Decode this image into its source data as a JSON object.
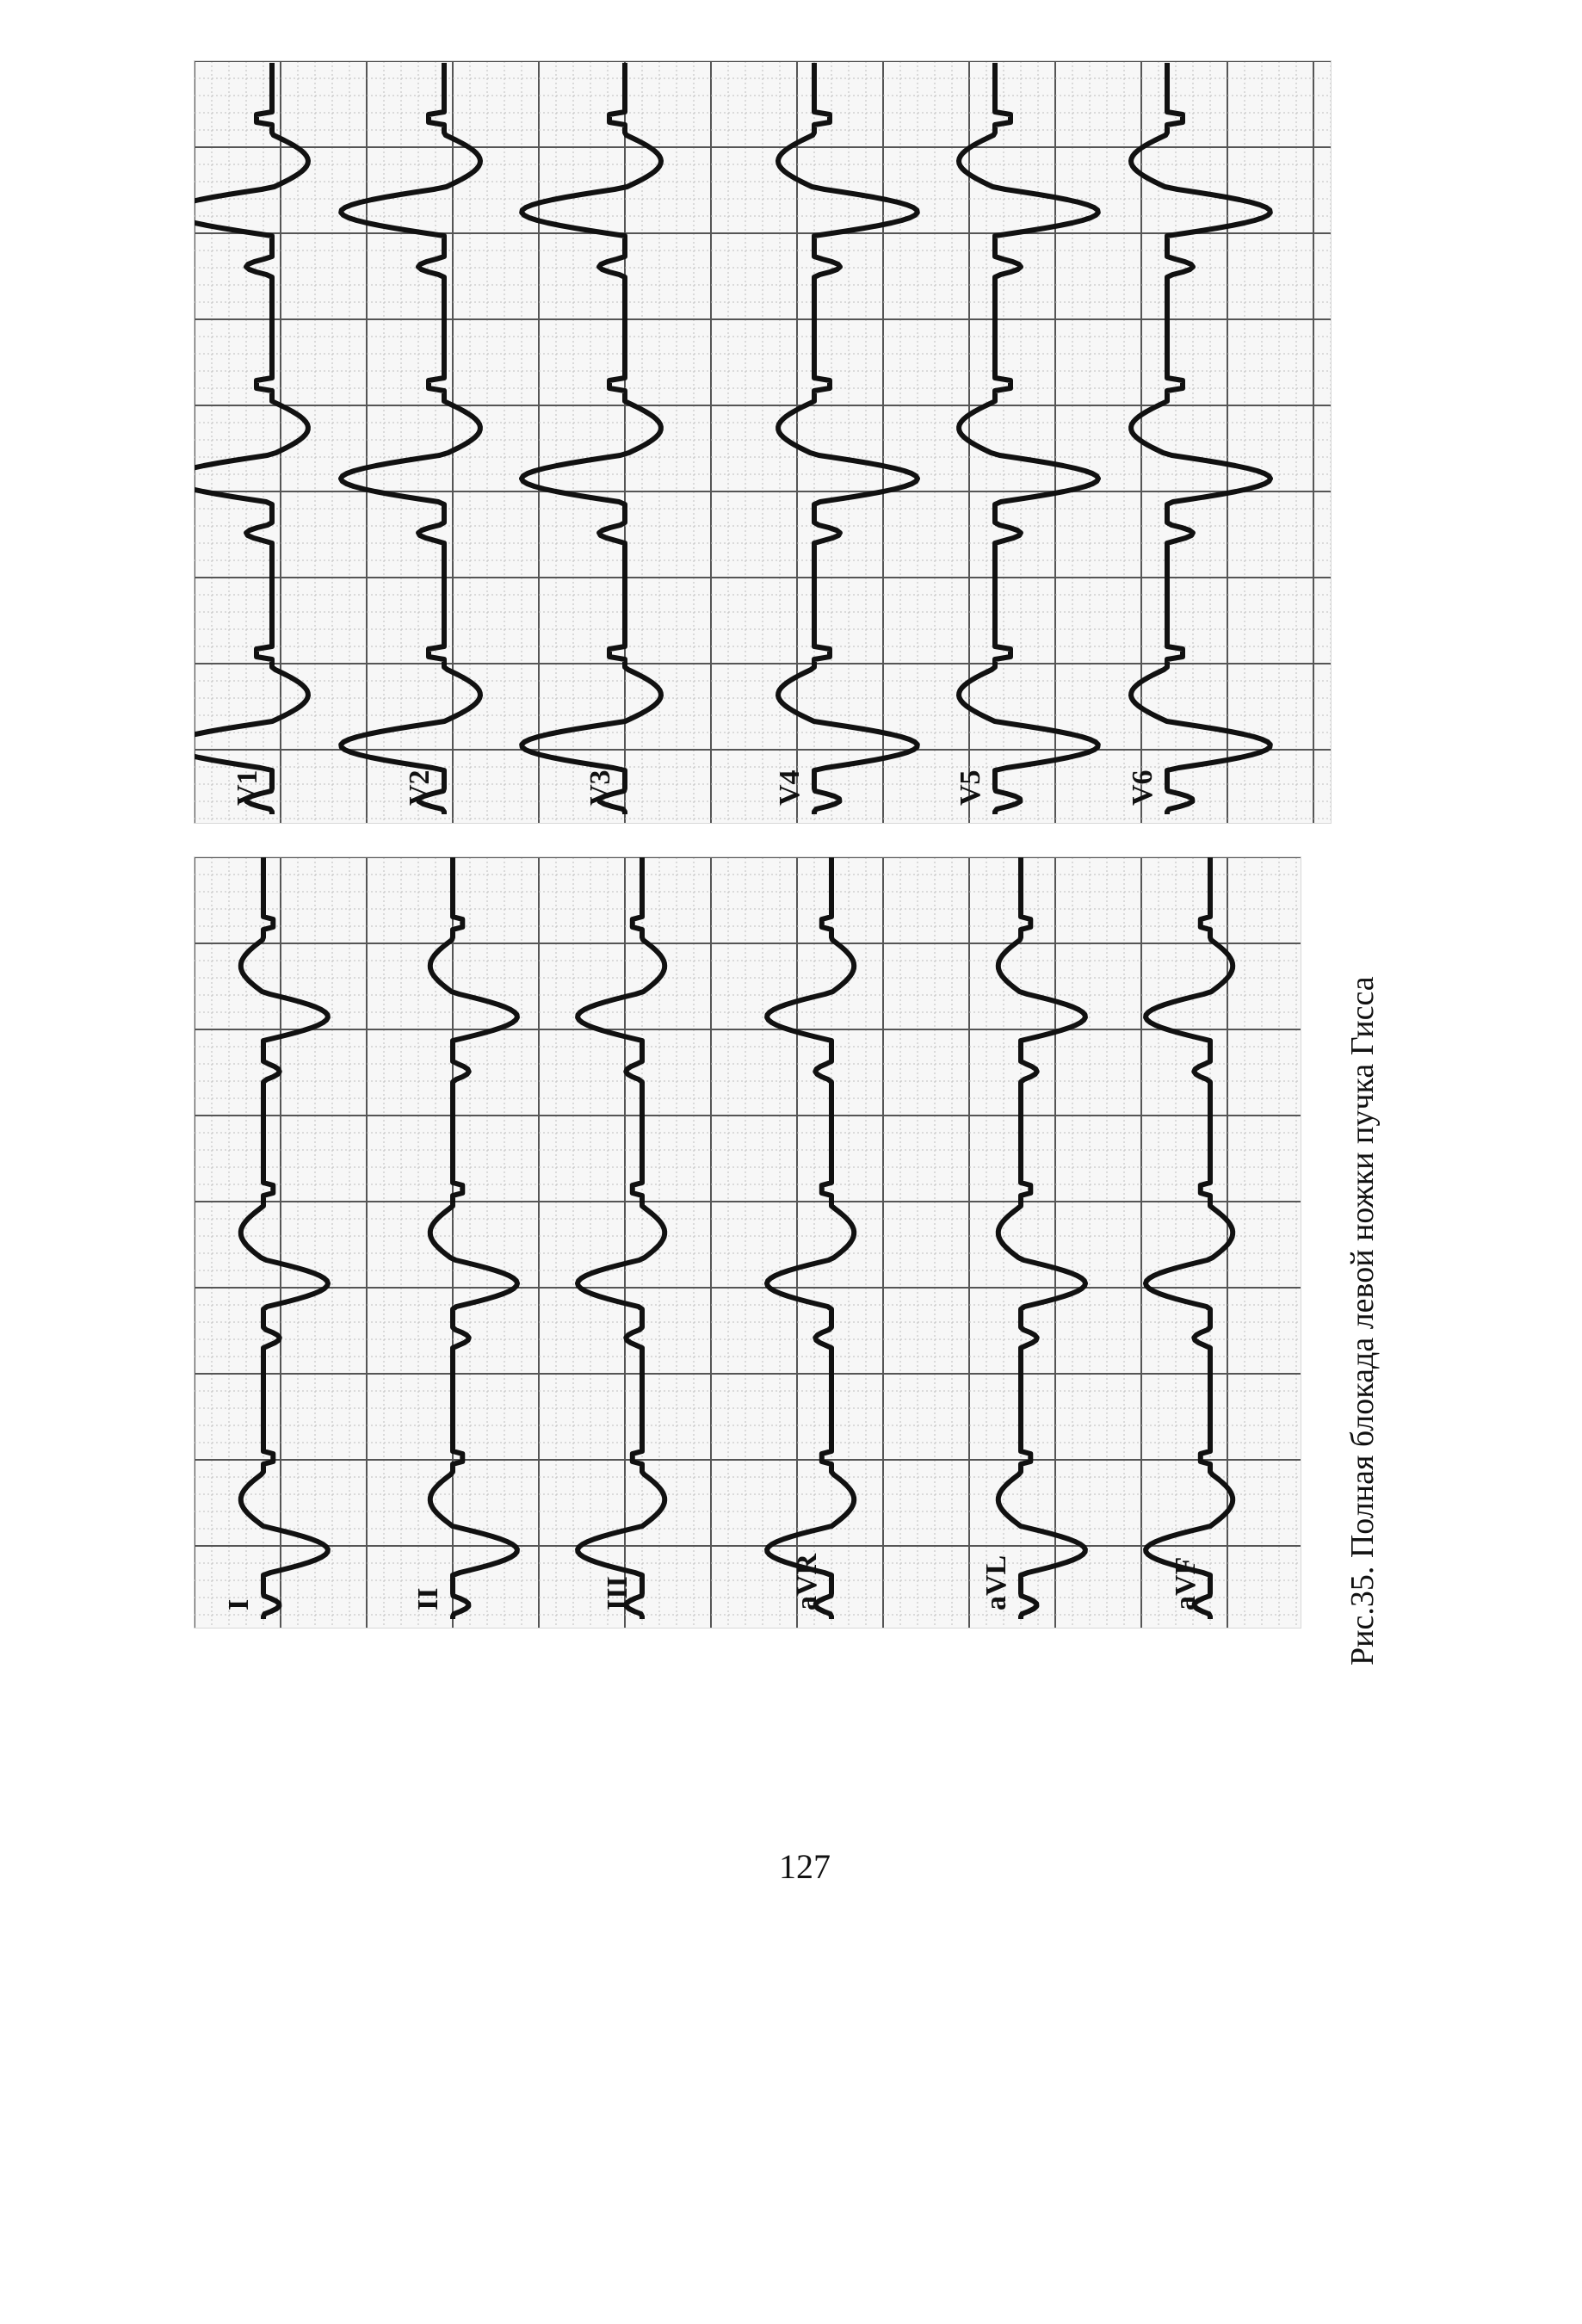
{
  "figure": {
    "caption": "Рис.35. Полная блокада  левой ножки пучка Гисса",
    "limb_leads": [
      "I",
      "II",
      "III",
      "aVR",
      "aVL",
      "aVF"
    ],
    "chest_leads": [
      "V1",
      "V2",
      "V3",
      "V4",
      "V5",
      "V6"
    ]
  },
  "page": {
    "number": "127"
  }
}
